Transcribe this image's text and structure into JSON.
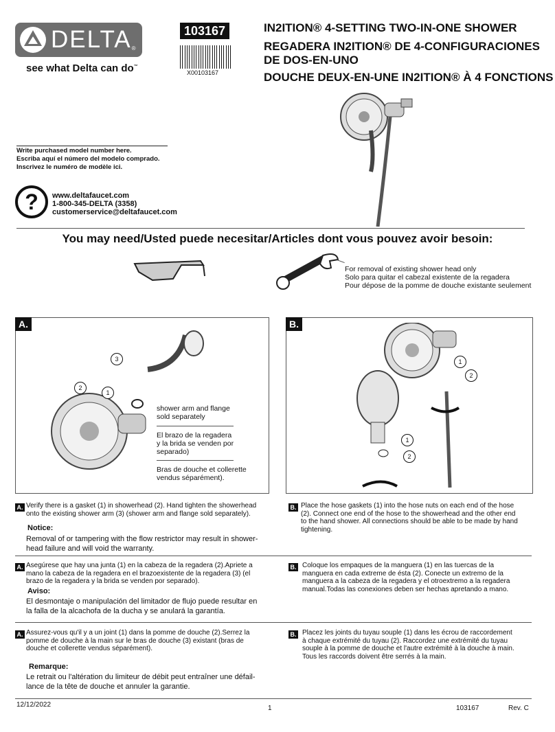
{
  "header": {
    "logo_text": "DELTA",
    "logo_mark": "®",
    "tagline": "see what Delta can do",
    "tagline_tm": "™",
    "model_number": "103167",
    "barcode_text": "X00103167",
    "titles": [
      "IN2ITION® 4-SETTING TWO-IN-ONE SHOWER",
      "REGADERA IN2ITION® DE 4-CONFIGURACIONES",
      "DE DOS-EN-UNO",
      "DOUCHE DEUX-EN-UNE IN2ITION® À 4 FONCTIONS"
    ]
  },
  "model_write": {
    "en": "Write purchased model number here.",
    "es": "Escriba aquí el número del modelo comprado.",
    "fr": "Inscrivez le numéro de modèle ici."
  },
  "contact": {
    "icon": "?",
    "website": "www.deltafaucet.com",
    "phone": "1-800-345-DELTA (3358)",
    "email": "customerservice@deltafaucet.com"
  },
  "tools": {
    "heading": "You may need/Usted puede necesitar/Articles dont vous pouvez avoir besoin:",
    "wrench_note": [
      "For removal of existing shower head only",
      "Solo para quitar el cabezal existente de la regadera",
      "Pour dépose de la pomme de douche existante seulement"
    ]
  },
  "panel_a": {
    "label": "A.",
    "callouts": [
      "1",
      "2",
      "3"
    ],
    "sold_en": [
      "shower arm and flange",
      "sold separately"
    ],
    "sold_es": [
      "El brazo de la regadera",
      "y la brida se venden por",
      "separado)"
    ],
    "sold_fr": [
      "Bras de douche et collerette",
      "vendus séparément)."
    ]
  },
  "panel_b": {
    "label": "B.",
    "callouts": [
      "1",
      "2",
      "1",
      "2"
    ]
  },
  "steps": {
    "a_en": [
      "Verify there is a gasket (1) in showerhead (2). Hand tighten the showerhead",
      "onto the existing shower arm (3) (shower arm and flange sold separately)."
    ],
    "a_en_notice_h": "Notice:",
    "a_en_notice": [
      "Removal of or tampering with the flow restrictor may result in shower-",
      "head failure and will void the warranty."
    ],
    "a_es": [
      "Asegúrese que hay una junta (1) en la cabeza de la regadera (2).Apriete a",
      "mano la cabeza de la regadera en el brazoexistente de la regadera (3) (el",
      "brazo de la regadera y la brida se venden por separado)."
    ],
    "a_es_notice_h": "Aviso:",
    "a_es_notice": [
      "El desmontaje o manipulación del limitador de flujo puede resultar en",
      "la falla de la alcachofa de la ducha y se anulará la garantía."
    ],
    "a_fr": [
      "Assurez-vous qu'il y a un joint (1) dans la pomme de douche (2).Serrez la",
      "pomme de douche à la main sur le bras de douche (3) existant (bras de",
      "douche et collerette vendus séparément)."
    ],
    "a_fr_notice_h": "Remarque:",
    "a_fr_notice": [
      "Le retrait ou l'altération du limiteur de débit peut entraîner une défail-",
      "lance de la tête de douche et annuler la garantie."
    ],
    "b_en": [
      "Place the hose gaskets (1) into the hose nuts on each end of the hose",
      "(2). Connect one end of the hose to the showerhead and the other end",
      "to the hand shower. All connections should be able to be made by hand",
      "tightening."
    ],
    "b_es": [
      "Coloque los empaques de la manguera (1) en las tuercas de la",
      "manguera en cada extreme de ésta (2). Conecte un extremo de la",
      "manguera a la cabeza de la regadera y el otroextremo a la regadera",
      "manual.Todas las conexiones deben ser hechas apretando a mano."
    ],
    "b_fr": [
      "Placez les joints du tuyau souple (1) dans les écrou de raccordement",
      "à chaque extrémité du tuyau (2). Raccordez une extrémité du tuyau",
      "souple à la pomme de douche et l'autre extrémité à la douche à main.",
      "Tous les raccords doivent être serrés à la main."
    ],
    "badge_a": "A.",
    "badge_b": "B."
  },
  "footer": {
    "date": "12/12/2022",
    "page": "1",
    "model": "103167",
    "rev": "Rev. C"
  }
}
